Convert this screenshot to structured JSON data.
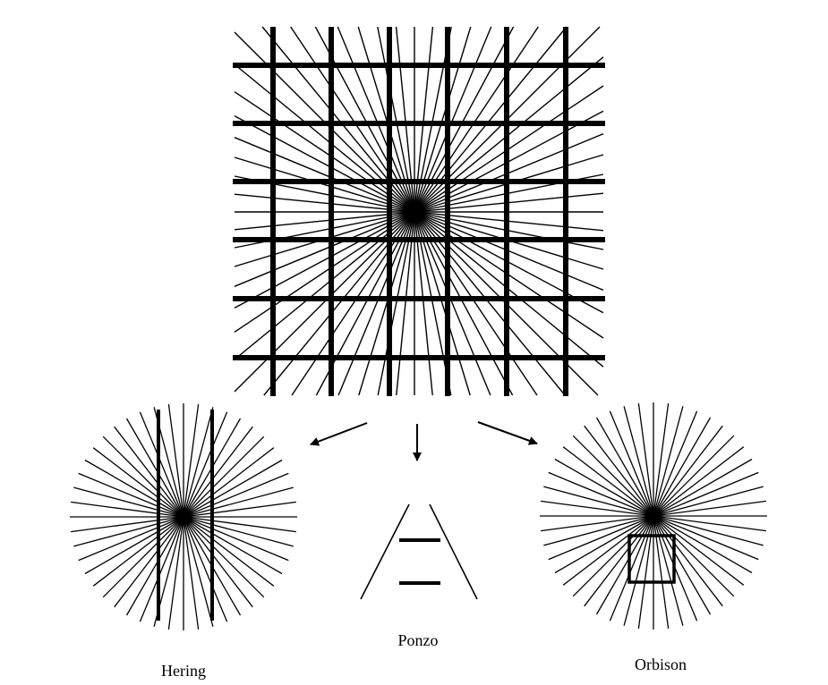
{
  "labels": {
    "ponzo": "Ponzo",
    "hering": "Hering",
    "orbison": "Orbison"
  },
  "colors": {
    "ink": "#000000",
    "background": "#ffffff"
  }
}
